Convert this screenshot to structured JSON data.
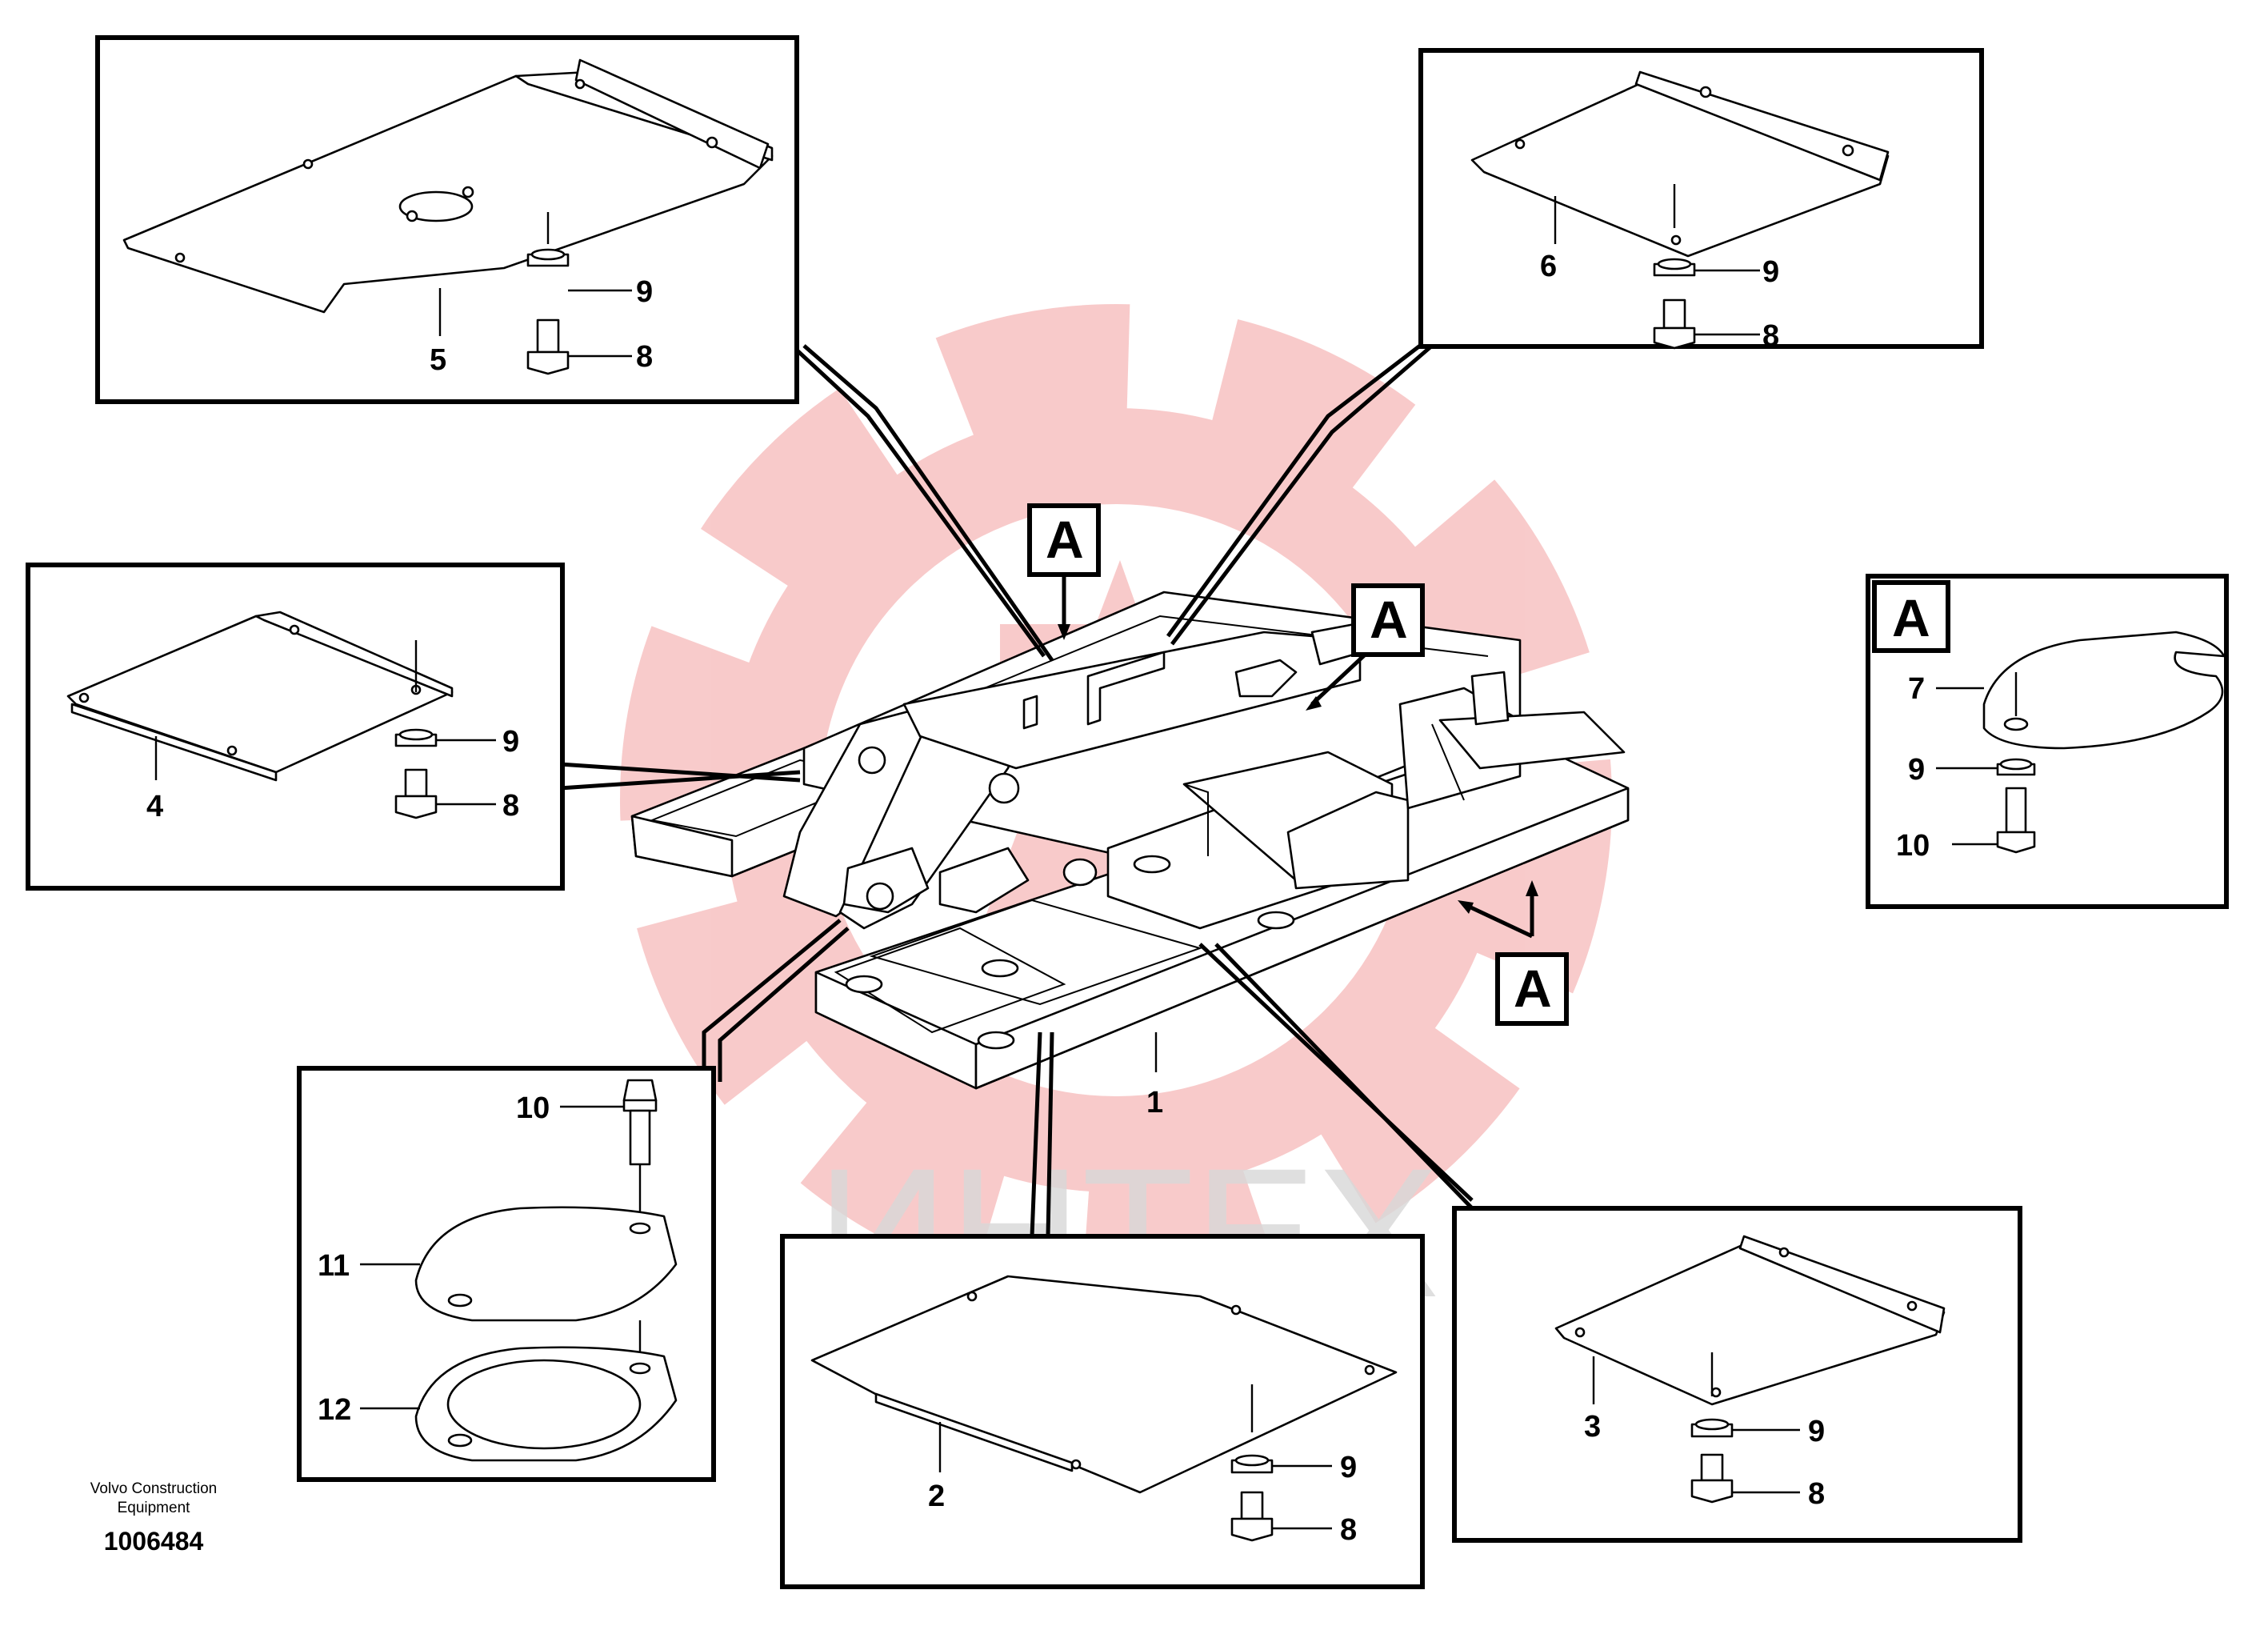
{
  "diagram": {
    "part_labels": {
      "p1": "1",
      "p2": "2",
      "p3": "3",
      "p4": "4",
      "p5": "5",
      "p6": "6",
      "p7": "7",
      "p8": "8",
      "p9": "9",
      "p10": "10",
      "p11": "11",
      "p12": "12"
    },
    "detail_marker": "A",
    "watermark_text": "ИНТЕХ",
    "watermark_color": "#f3a0a0",
    "footer": {
      "company_line1": "Volvo Construction",
      "company_line2": "Equipment",
      "drawing_number": "1006484"
    }
  }
}
